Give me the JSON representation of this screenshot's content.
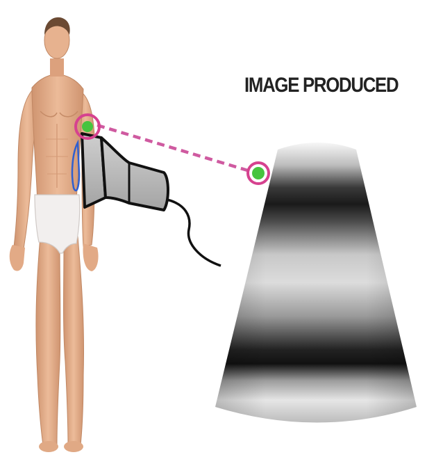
{
  "caption": "IMAGE PRODUCED",
  "colors": {
    "skin": "#e7b28f",
    "skin_shadow": "#c98d68",
    "underwear": "#f2efee",
    "highlight_ring": "#d6428f",
    "target_dot": "#47c43f",
    "probe_body": "#b9b9b9",
    "probe_outline": "#111111",
    "gel_blue": "#2f5fd0",
    "beam_line": "#cf5aa0"
  },
  "icons": [
    "human-figure",
    "ultrasound-probe",
    "ultrasound-image"
  ]
}
